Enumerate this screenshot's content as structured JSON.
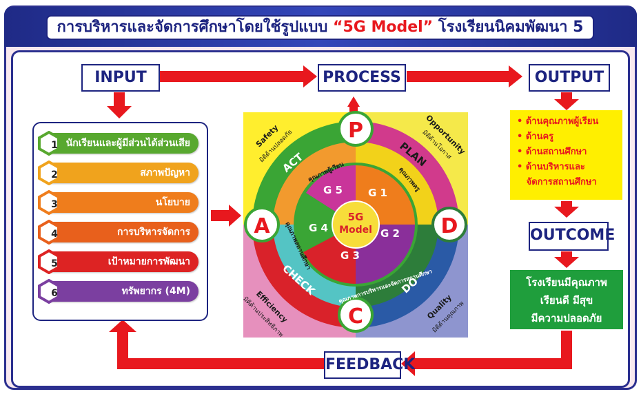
{
  "title": {
    "before": "การบริหารและจัดการศึกษาโดยใช้รูปแบบ ",
    "highlight": "“5G Model”",
    "after": " โรงเรียนนิคมพัฒนา 5"
  },
  "boxes": {
    "input": "INPUT",
    "process": "PROCESS",
    "output": "OUTPUT",
    "outcome": "OUTCOME",
    "feedback": "FEEDBACK"
  },
  "inputs": [
    {
      "num": "1",
      "label": "นักเรียนและผู้มีส่วนได้ส่วนเสีย",
      "color": "#58a82f"
    },
    {
      "num": "2",
      "label": "สภาพปัญหา",
      "color": "#f0a31d"
    },
    {
      "num": "3",
      "label": "นโยบาย",
      "color": "#ef7d1c"
    },
    {
      "num": "4",
      "label": "การบริหารจัดการ",
      "color": "#e8601c"
    },
    {
      "num": "5",
      "label": "เป้าหมายการพัฒนา",
      "color": "#dd2323"
    },
    {
      "num": "6",
      "label": "ทรัพยากร (4M)",
      "color": "#7b3fa0"
    }
  ],
  "outputs": [
    "ด้านคุณภาพผู้เรียน",
    "ด้านครู",
    "ด้านสถานศึกษา",
    "ด้านบริหารและ",
    "จัดการสถานศึกษา"
  ],
  "outcome_text": [
    "โรงเรียนมีคุณภาพ",
    "เรียนดี มีสุข",
    "มีความปลอดภัย"
  ],
  "cycle": {
    "p": "P",
    "d": "D",
    "c": "C",
    "a": "A",
    "plan": "PLAN",
    "do": "DO",
    "check": "CHECK",
    "act": "ACT",
    "center_top": "5G",
    "center_bottom": "Model",
    "g1": "G 1",
    "g2": "G 2",
    "g3": "G 3",
    "g4": "G 4",
    "g5": "G 5",
    "corner_tl_1": "Safety",
    "corner_tl_2": "มิติด้านปลอดภัย",
    "corner_tr_1": "Opportunity",
    "corner_tr_2": "มิติด้านโอกาส",
    "corner_br_1": "Quality",
    "corner_br_2": "มิติด้านคุณภาพ",
    "corner_bl_1": "Efficiency",
    "corner_bl_2": "มิติด้านประสิทธิภาพ",
    "ring_student": "คุณภาพผู้เรียน",
    "ring_teacher": "คุณภาพครู",
    "ring_school": "คุณภาพสถานศึกษา",
    "ring_admin": "คุณภาพการบริหารและจัดการสถานศึกษา"
  },
  "colors": {
    "navy": "#1d2480",
    "red": "#e8181e",
    "yellow": "#ffef00",
    "green": "#1f9e3c"
  }
}
